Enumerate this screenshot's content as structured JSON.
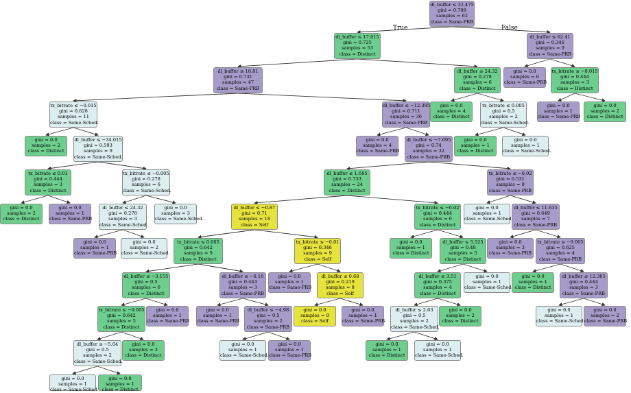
{
  "colors": {
    "Same-PRB": "#a69cca",
    "Distinct": "#6dce8d",
    "Same-Sched.": "#ddeef0",
    "Self": "#e6e33d",
    "edge": "#333333"
  },
  "edge_labels": {
    "true": "True",
    "false": "False"
  },
  "nodes": [
    {
      "id": "n0",
      "lines": [
        "dl_buffer ≤ 32.475",
        "gini = 0.708",
        "samples = 62",
        "class = Same-PRB"
      ],
      "cls": "Same-PRB"
    },
    {
      "id": "n1",
      "lines": [
        "dl_buffer ≤ 17.015",
        "gini = 0.725",
        "samples = 53",
        "class = Distinct"
      ],
      "cls": "Distinct"
    },
    {
      "id": "n2",
      "lines": [
        "dl_buffer ≤ 62.41",
        "gini = 0.346",
        "samples = 9",
        "class = Same-PRB"
      ],
      "cls": "Same-PRB"
    },
    {
      "id": "n3",
      "lines": [
        "dl_buffer ≤ 18.81",
        "gini = 0.731",
        "samples = 47",
        "class = Same-PRB"
      ],
      "cls": "Same-PRB"
    },
    {
      "id": "n4",
      "lines": [
        "dl_buffer ≤ 24.32",
        "gini = 0.278",
        "samples = 6",
        "class = Distinct"
      ],
      "cls": "Distinct"
    },
    {
      "id": "n5",
      "lines": [
        "gini = 0.0",
        "samples = 6",
        "class = Same-PRB"
      ],
      "cls": "Same-PRB"
    },
    {
      "id": "n6",
      "lines": [
        "tx_bitrate ≤ −0.015",
        "gini = 0.444",
        "samples = 3",
        "class = Distinct"
      ],
      "cls": "Distinct"
    },
    {
      "id": "n7",
      "lines": [
        "tx_bitrate ≤ −0.015",
        "gini = 0.628",
        "samples = 11",
        "class = Same-Sched."
      ],
      "cls": "Same-Sched."
    },
    {
      "id": "n8",
      "lines": [
        "dl_buffer ≤ −12.385",
        "gini = 0.711",
        "samples = 36",
        "class = Same-PRB"
      ],
      "cls": "Same-PRB"
    },
    {
      "id": "n9",
      "lines": [
        "gini = 0.0",
        "samples = 4",
        "class = Distinct"
      ],
      "cls": "Distinct"
    },
    {
      "id": "n10",
      "lines": [
        "tx_bitrate ≤ 0.005",
        "gini = 0.5",
        "samples = 2",
        "class = Same-Sched."
      ],
      "cls": "Same-Sched."
    },
    {
      "id": "n11",
      "lines": [
        "gini = 0.0",
        "samples = 1",
        "class = Same-PRB"
      ],
      "cls": "Same-PRB"
    },
    {
      "id": "n12",
      "lines": [
        "gini = 0.0",
        "samples = 2",
        "class = Distinct"
      ],
      "cls": "Distinct"
    },
    {
      "id": "n13",
      "lines": [
        "gini = 0.0",
        "samples = 2",
        "class = Distinct"
      ],
      "cls": "Distinct"
    },
    {
      "id": "n14",
      "lines": [
        "dl_buffer ≤ −34.015",
        "gini = 0.593",
        "samples = 9",
        "class = Same-Sched."
      ],
      "cls": "Same-Sched."
    },
    {
      "id": "n15",
      "lines": [
        "gini = 0.0",
        "samples = 4",
        "class = Same-PRB"
      ],
      "cls": "Same-PRB"
    },
    {
      "id": "n16",
      "lines": [
        "dl_buffer ≤ −7.695",
        "gini = 0.74",
        "samples = 32",
        "class = Same-PRB"
      ],
      "cls": "Same-PRB"
    },
    {
      "id": "n17",
      "lines": [
        "gini = 0.0",
        "samples = 1",
        "class = Distinct"
      ],
      "cls": "Distinct"
    },
    {
      "id": "n18",
      "lines": [
        "gini = 0.0",
        "samples = 1",
        "class = Same-Sched."
      ],
      "cls": "Same-Sched."
    },
    {
      "id": "n19",
      "lines": [
        "tx_bitrate ≤ 0.01",
        "gini = 0.444",
        "samples = 3",
        "class = Distinct"
      ],
      "cls": "Distinct"
    },
    {
      "id": "n20",
      "lines": [
        "tx_bitrate ≤ −0.005",
        "gini = 0.278",
        "samples = 6",
        "class = Same-Sched."
      ],
      "cls": "Same-Sched."
    },
    {
      "id": "n21",
      "lines": [
        "dl_buffer ≤ 1.685",
        "gini = 0.733",
        "samples = 24",
        "class = Distinct"
      ],
      "cls": "Distinct"
    },
    {
      "id": "n22",
      "lines": [
        "tx_bitrate ≤ −0.02",
        "gini = 0.531",
        "samples = 8",
        "class = Same-PRB"
      ],
      "cls": "Same-PRB"
    },
    {
      "id": "n23",
      "lines": [
        "gini = 0.0",
        "samples = 2",
        "class = Distinct"
      ],
      "cls": "Distinct"
    },
    {
      "id": "n24",
      "lines": [
        "gini = 0.0",
        "samples = 1",
        "class = Same-PRB"
      ],
      "cls": "Same-PRB"
    },
    {
      "id": "n25",
      "lines": [
        "dl_buffer ≤ 24.32",
        "gini = 0.278",
        "samples = 3",
        "class = Same-Sched."
      ],
      "cls": "Same-Sched."
    },
    {
      "id": "n26",
      "lines": [
        "gini = 0.0",
        "samples = 3",
        "class = Same-Sched."
      ],
      "cls": "Same-Sched."
    },
    {
      "id": "n27",
      "lines": [
        "dl_buffer ≤ −0.87",
        "gini = 0.71",
        "samples = 18",
        "class = Self"
      ],
      "cls": "Self"
    },
    {
      "id": "n28",
      "lines": [
        "tx_bitrate ≤ −0.02",
        "gini = 0.444",
        "samples = 6",
        "class = Distinct"
      ],
      "cls": "Distinct"
    },
    {
      "id": "n29",
      "lines": [
        "gini = 0.0",
        "samples = 1",
        "class = Same-Sched."
      ],
      "cls": "Same-Sched."
    },
    {
      "id": "n30",
      "lines": [
        "dl_buffer ≤ 11.635",
        "gini = 0.649",
        "samples = 7",
        "class = Same-PRB"
      ],
      "cls": "Same-PRB"
    },
    {
      "id": "n31",
      "lines": [
        "gini = 0.0",
        "samples = 1",
        "class = Same-PRB"
      ],
      "cls": "Same-PRB"
    },
    {
      "id": "n32",
      "lines": [
        "gini = 0.0",
        "samples = 2",
        "class = Same-Sched."
      ],
      "cls": "Same-Sched."
    },
    {
      "id": "n33",
      "lines": [
        "tx_bitrate ≤ 0.005",
        "gini = 0.642",
        "samples = 9",
        "class = Distinct"
      ],
      "cls": "Distinct"
    },
    {
      "id": "n34",
      "lines": [
        "tx_bitrate ≤ −0.01",
        "gini = 0.346",
        "samples = 9",
        "class = Self"
      ],
      "cls": "Self"
    },
    {
      "id": "n35",
      "lines": [
        "gini = 0.0",
        "samples = 1",
        "class = Distinct"
      ],
      "cls": "Distinct"
    },
    {
      "id": "n36",
      "lines": [
        "dl_buffer ≤ 5.525",
        "gini = 0.48",
        "samples = 5",
        "class = Distinct"
      ],
      "cls": "Distinct"
    },
    {
      "id": "n37",
      "lines": [
        "gini = 0.0",
        "samples = 3",
        "class = Same-PRB"
      ],
      "cls": "Same-PRB"
    },
    {
      "id": "n38",
      "lines": [
        "tx_bitrate ≤ −0.005",
        "gini = 0.625",
        "samples = 4",
        "class = Same-PRB"
      ],
      "cls": "Same-PRB"
    },
    {
      "id": "n39",
      "lines": [
        "dl_buffer ≤ −3.155",
        "gini = 0.5",
        "samples = 6",
        "class = Distinct"
      ],
      "cls": "Distinct"
    },
    {
      "id": "n40",
      "lines": [
        "dl_buffer ≤ −6.18",
        "gini = 0.444",
        "samples = 3",
        "class = Same-PRB"
      ],
      "cls": "Same-PRB"
    },
    {
      "id": "n41",
      "lines": [
        "gini = 0.0",
        "samples = 1",
        "class = Same-PRB"
      ],
      "cls": "Same-PRB"
    },
    {
      "id": "n42",
      "lines": [
        "dl_buffer ≤ 0.68",
        "gini = 0.219",
        "samples = 8",
        "class = Self"
      ],
      "cls": "Self"
    },
    {
      "id": "n43",
      "lines": [
        "dl_buffer ≤ 3.51",
        "gini = 0.375",
        "samples = 4",
        "class = Distinct"
      ],
      "cls": "Distinct"
    },
    {
      "id": "n44",
      "lines": [
        "gini = 0.0",
        "samples = 1",
        "class = Same-Sched."
      ],
      "cls": "Same-Sched."
    },
    {
      "id": "n45",
      "lines": [
        "gini = 0.0",
        "samples = 1",
        "class = Distinct"
      ],
      "cls": "Distinct"
    },
    {
      "id": "n46",
      "lines": [
        "dl_buffer ≤ 12.385",
        "gini = 0.444",
        "samples = 3",
        "class = Same-PRB"
      ],
      "cls": "Same-PRB"
    },
    {
      "id": "n47",
      "lines": [
        "tx_bitrate ≤ −0.005",
        "gini = 0.642",
        "samples = 5",
        "class = Distinct"
      ],
      "cls": "Distinct"
    },
    {
      "id": "n48",
      "lines": [
        "gini = 0.0",
        "samples = 1",
        "class = Same-PRB"
      ],
      "cls": "Same-PRB"
    },
    {
      "id": "n49",
      "lines": [
        "gini = 0.0",
        "samples = 1",
        "class = Same-PRB"
      ],
      "cls": "Same-PRB"
    },
    {
      "id": "n50",
      "lines": [
        "dl_buffer ≤ −4.98",
        "gini = 0.5",
        "samples = 2",
        "class = Same-PRB"
      ],
      "cls": "Same-PRB"
    },
    {
      "id": "n51",
      "lines": [
        "gini = 0.0",
        "samples = 8",
        "class = Self"
      ],
      "cls": "Self"
    },
    {
      "id": "n52",
      "lines": [
        "gini = 0.0",
        "samples = 1",
        "class = Same-PRB"
      ],
      "cls": "Same-PRB"
    },
    {
      "id": "n53",
      "lines": [
        "dl_buffer ≤ 2.63",
        "gini = 0.5",
        "samples = 2",
        "class = Same-Sched."
      ],
      "cls": "Same-Sched."
    },
    {
      "id": "n54",
      "lines": [
        "gini = 0.0",
        "samples = 2",
        "class = Distinct"
      ],
      "cls": "Distinct"
    },
    {
      "id": "n55",
      "lines": [
        "gini = 0.0",
        "samples = 1",
        "class = Same-Sched."
      ],
      "cls": "Same-Sched."
    },
    {
      "id": "n56",
      "lines": [
        "gini = 0.0",
        "samples = 2",
        "class = Same-PRB"
      ],
      "cls": "Same-PRB"
    },
    {
      "id": "n57",
      "lines": [
        "dl_buffer ≤ −5.04",
        "gini = 0.5",
        "samples = 2",
        "class = Same-Sched."
      ],
      "cls": "Same-Sched."
    },
    {
      "id": "n58",
      "lines": [
        "gini = 0.0",
        "samples = 3",
        "class = Distinct"
      ],
      "cls": "Distinct"
    },
    {
      "id": "n59",
      "lines": [
        "gini = 0.0",
        "samples = 1",
        "class = Same-Sched."
      ],
      "cls": "Same-Sched."
    },
    {
      "id": "n60",
      "lines": [
        "gini = 0.0",
        "samples = 1",
        "class = Same-PRB"
      ],
      "cls": "Same-PRB"
    },
    {
      "id": "n61",
      "lines": [
        "gini = 0.0",
        "samples = 1",
        "class = Distinct"
      ],
      "cls": "Distinct"
    },
    {
      "id": "n62",
      "lines": [
        "gini = 0.0",
        "samples = 1",
        "class = Same-Sched."
      ],
      "cls": "Same-Sched."
    },
    {
      "id": "n63",
      "lines": [
        "gini = 0.0",
        "samples = 1",
        "class = Same-Sched."
      ],
      "cls": "Same-Sched."
    },
    {
      "id": "n64",
      "lines": [
        "gini = 0.0",
        "samples = 1",
        "class = Distinct"
      ],
      "cls": "Distinct"
    }
  ],
  "edges": [
    [
      "n0",
      "n1"
    ],
    [
      "n0",
      "n2"
    ],
    [
      "n1",
      "n3"
    ],
    [
      "n1",
      "n4"
    ],
    [
      "n2",
      "n5"
    ],
    [
      "n2",
      "n6"
    ],
    [
      "n3",
      "n7"
    ],
    [
      "n3",
      "n8"
    ],
    [
      "n4",
      "n9"
    ],
    [
      "n4",
      "n10"
    ],
    [
      "n6",
      "n11"
    ],
    [
      "n6",
      "n12"
    ],
    [
      "n7",
      "n13"
    ],
    [
      "n7",
      "n14"
    ],
    [
      "n8",
      "n15"
    ],
    [
      "n8",
      "n16"
    ],
    [
      "n10",
      "n17"
    ],
    [
      "n10",
      "n18"
    ],
    [
      "n14",
      "n19"
    ],
    [
      "n14",
      "n20"
    ],
    [
      "n16",
      "n21"
    ],
    [
      "n16",
      "n22"
    ],
    [
      "n19",
      "n23"
    ],
    [
      "n19",
      "n24"
    ],
    [
      "n20",
      "n25"
    ],
    [
      "n20",
      "n26"
    ],
    [
      "n21",
      "n27"
    ],
    [
      "n21",
      "n28"
    ],
    [
      "n22",
      "n29"
    ],
    [
      "n22",
      "n30"
    ],
    [
      "n25",
      "n31"
    ],
    [
      "n25",
      "n32"
    ],
    [
      "n27",
      "n33"
    ],
    [
      "n27",
      "n34"
    ],
    [
      "n28",
      "n35"
    ],
    [
      "n28",
      "n36"
    ],
    [
      "n30",
      "n37"
    ],
    [
      "n30",
      "n38"
    ],
    [
      "n33",
      "n39"
    ],
    [
      "n33",
      "n40"
    ],
    [
      "n34",
      "n41"
    ],
    [
      "n34",
      "n42"
    ],
    [
      "n36",
      "n43"
    ],
    [
      "n36",
      "n44"
    ],
    [
      "n38",
      "n45"
    ],
    [
      "n38",
      "n46"
    ],
    [
      "n39",
      "n47"
    ],
    [
      "n39",
      "n48"
    ],
    [
      "n40",
      "n49"
    ],
    [
      "n40",
      "n50"
    ],
    [
      "n42",
      "n51"
    ],
    [
      "n42",
      "n52"
    ],
    [
      "n43",
      "n53"
    ],
    [
      "n43",
      "n54"
    ],
    [
      "n46",
      "n55"
    ],
    [
      "n46",
      "n56"
    ],
    [
      "n47",
      "n57"
    ],
    [
      "n47",
      "n58"
    ],
    [
      "n50",
      "n59"
    ],
    [
      "n50",
      "n60"
    ],
    [
      "n53",
      "n61"
    ],
    [
      "n53",
      "n62"
    ],
    [
      "n57",
      "n63"
    ],
    [
      "n57",
      "n64"
    ]
  ]
}
